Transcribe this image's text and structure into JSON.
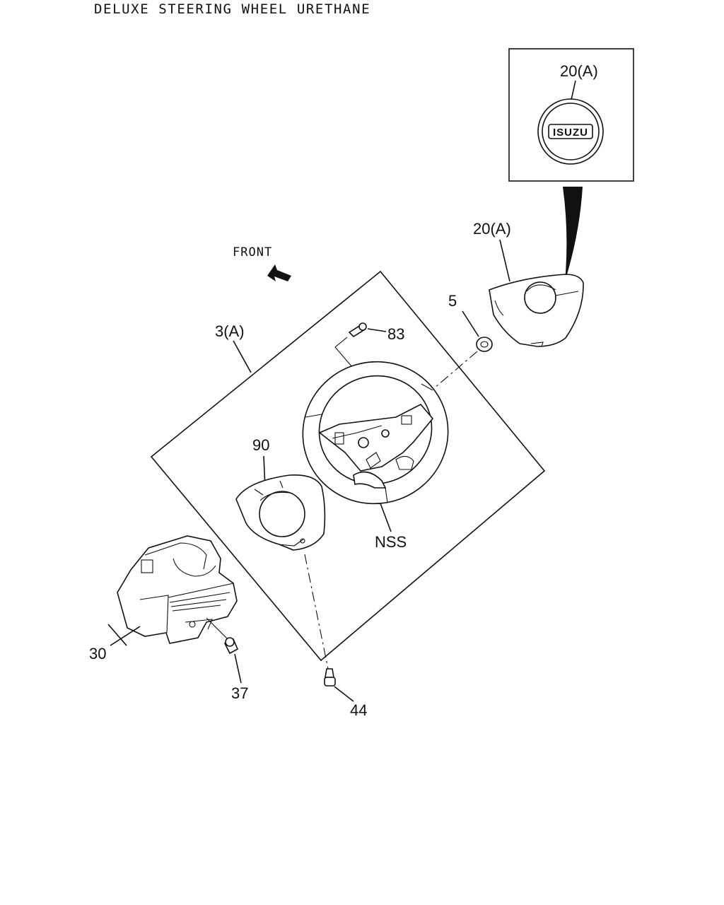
{
  "title": "DELUXE STEERING WHEEL URETHANE",
  "front_label": "FRONT",
  "brand_badge": "ISUZU",
  "callouts": {
    "c20a_inset": "20(A)",
    "c20a": "20(A)",
    "c5": "5",
    "c83": "83",
    "c3a": "3(A)",
    "c90": "90",
    "cnss": "NSS",
    "c30": "30",
    "c37": "37",
    "c44": "44"
  }
}
